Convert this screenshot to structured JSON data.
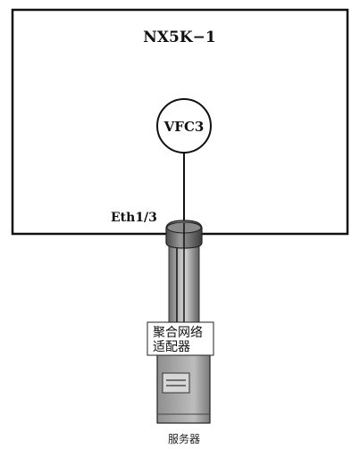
{
  "switch": {
    "name": "NX5K−1"
  },
  "vfc": {
    "label": "VFC3"
  },
  "port": {
    "label": "Eth1/3"
  },
  "adapter": {
    "line1": "聚合网络",
    "line2": "适配器"
  },
  "server": {
    "label": "服务器"
  }
}
